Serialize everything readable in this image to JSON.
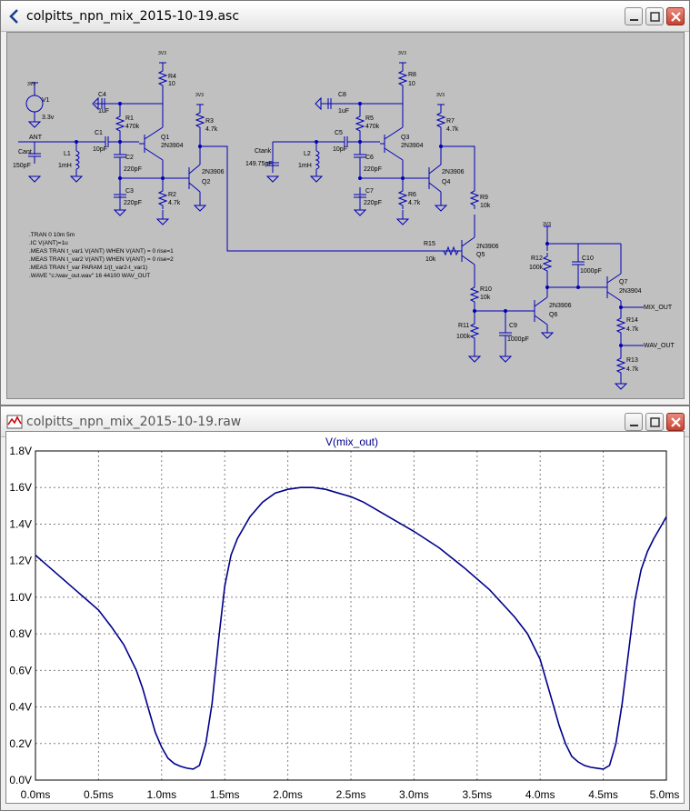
{
  "schematic_window": {
    "title": "colpitts_npn_mix_2015-10-19.asc",
    "components": {
      "v1": "V1",
      "v1_val": "3.3v",
      "vcc": "3V3",
      "ant": "ANT",
      "cant": "Cant",
      "cant_val": "150pF",
      "l1": "L1",
      "l1_val": "1mH",
      "c4": "C4",
      "c4_val": "1uF",
      "c1": "C1",
      "c1_val": "10pF",
      "r4": "R4",
      "r4_val": "10",
      "r1": "R1",
      "r1_val": "470k",
      "q1": "Q1",
      "q1_type": "2N3904",
      "c2": "C2",
      "c2_val": "220pF",
      "c3": "C3",
      "c3_val": "220pF",
      "r2": "R2",
      "r2_val": "4.7k",
      "r3": "R3",
      "r3_val": "4.7k",
      "q2": "Q2",
      "q2_type": "2N3906",
      "ctank": "Ctank",
      "ctank_val": "149.75pF",
      "l2": "L2",
      "l2_val": "1mH",
      "c8": "C8",
      "c8_val": "1uF",
      "c5": "C5",
      "c5_val": "10pF",
      "r8": "R8",
      "r8_val": "10",
      "r5": "R5",
      "r5_val": "470k",
      "q3": "Q3",
      "q3_type": "2N3904",
      "c6": "C6",
      "c6_val": "220pF",
      "c7": "C7",
      "c7_val": "220pF",
      "r6": "R6",
      "r6_val": "4.7k",
      "r7": "R7",
      "r7_val": "4.7k",
      "q4": "Q4",
      "q4_type": "2N3906",
      "r9": "R9",
      "r9_val": "10k",
      "r15": "R15",
      "r15_val": "10k",
      "q5": "Q5",
      "q5_type": "2N3906",
      "r10": "R10",
      "r10_val": "10k",
      "r11": "R11",
      "r11_val": "100k",
      "c9": "C9",
      "c9_val": "1000pF",
      "q6": "Q6",
      "q6_type": "2N3906",
      "r12": "R12",
      "r12_val": "100k",
      "c10": "C10",
      "c10_val": "1000pF",
      "q7": "Q7",
      "q7_type": "2N3904",
      "r14": "R14",
      "r14_val": "4.7k",
      "r13": "R13",
      "r13_val": "4.7k",
      "mix_out": "MIX_OUT",
      "wav_out": "WAV_OUT"
    },
    "directives": [
      ".TRAN 0 10m 5m",
      ".IC V(ANT)=1u",
      ".MEAS TRAN t_var1 V(ANT) WHEN V(ANT) = 0 rise=1",
      ".MEAS TRAN t_var2 V(ANT) WHEN V(ANT) = 0 rise=2",
      ".MEAS TRAN f_var PARAM 1/(t_var2-t_var1)",
      ".WAVE \"c:/wav_out.wav\" 16 44100 WAV_OUT"
    ],
    "colors": {
      "background": "#c0c0c0",
      "wire": "#0000b4",
      "ground": "#0000b4"
    }
  },
  "plot_window": {
    "title": "colpitts_npn_mix_2015-10-19.raw",
    "colors": {
      "trace": "#00008b",
      "grid": "#808080"
    }
  },
  "chart_data": {
    "type": "line",
    "title": "V(mix_out)",
    "xlabel": "",
    "ylabel": "",
    "xlim": [
      0,
      5
    ],
    "ylim": [
      0,
      1.8
    ],
    "x_unit": "ms",
    "y_unit": "V",
    "x_ticks": [
      "0.0ms",
      "0.5ms",
      "1.0ms",
      "1.5ms",
      "2.0ms",
      "2.5ms",
      "3.0ms",
      "3.5ms",
      "4.0ms",
      "4.5ms",
      "5.0ms"
    ],
    "y_ticks": [
      "0.0V",
      "0.2V",
      "0.4V",
      "0.6V",
      "0.8V",
      "1.0V",
      "1.2V",
      "1.4V",
      "1.6V",
      "1.8V"
    ],
    "grid": true,
    "series": [
      {
        "name": "V(mix_out)",
        "x": [
          0.0,
          0.1,
          0.2,
          0.3,
          0.4,
          0.5,
          0.6,
          0.7,
          0.8,
          0.85,
          0.9,
          0.95,
          1.0,
          1.05,
          1.1,
          1.15,
          1.2,
          1.25,
          1.3,
          1.35,
          1.4,
          1.45,
          1.5,
          1.55,
          1.6,
          1.7,
          1.8,
          1.9,
          2.0,
          2.1,
          2.2,
          2.3,
          2.4,
          2.5,
          2.6,
          2.8,
          3.0,
          3.2,
          3.4,
          3.6,
          3.8,
          3.9,
          4.0,
          4.05,
          4.1,
          4.15,
          4.2,
          4.25,
          4.3,
          4.35,
          4.4,
          4.45,
          4.5,
          4.55,
          4.6,
          4.65,
          4.7,
          4.75,
          4.8,
          4.85,
          4.9,
          4.95,
          5.0
        ],
        "y": [
          1.23,
          1.17,
          1.11,
          1.05,
          0.99,
          0.93,
          0.84,
          0.74,
          0.6,
          0.5,
          0.38,
          0.26,
          0.18,
          0.12,
          0.09,
          0.075,
          0.065,
          0.06,
          0.08,
          0.2,
          0.42,
          0.76,
          1.06,
          1.23,
          1.32,
          1.44,
          1.52,
          1.57,
          1.59,
          1.6,
          1.6,
          1.59,
          1.57,
          1.55,
          1.52,
          1.44,
          1.36,
          1.27,
          1.16,
          1.04,
          0.89,
          0.8,
          0.66,
          0.54,
          0.42,
          0.3,
          0.2,
          0.13,
          0.1,
          0.08,
          0.07,
          0.065,
          0.06,
          0.08,
          0.2,
          0.42,
          0.7,
          0.98,
          1.15,
          1.25,
          1.32,
          1.38,
          1.44
        ]
      }
    ]
  }
}
